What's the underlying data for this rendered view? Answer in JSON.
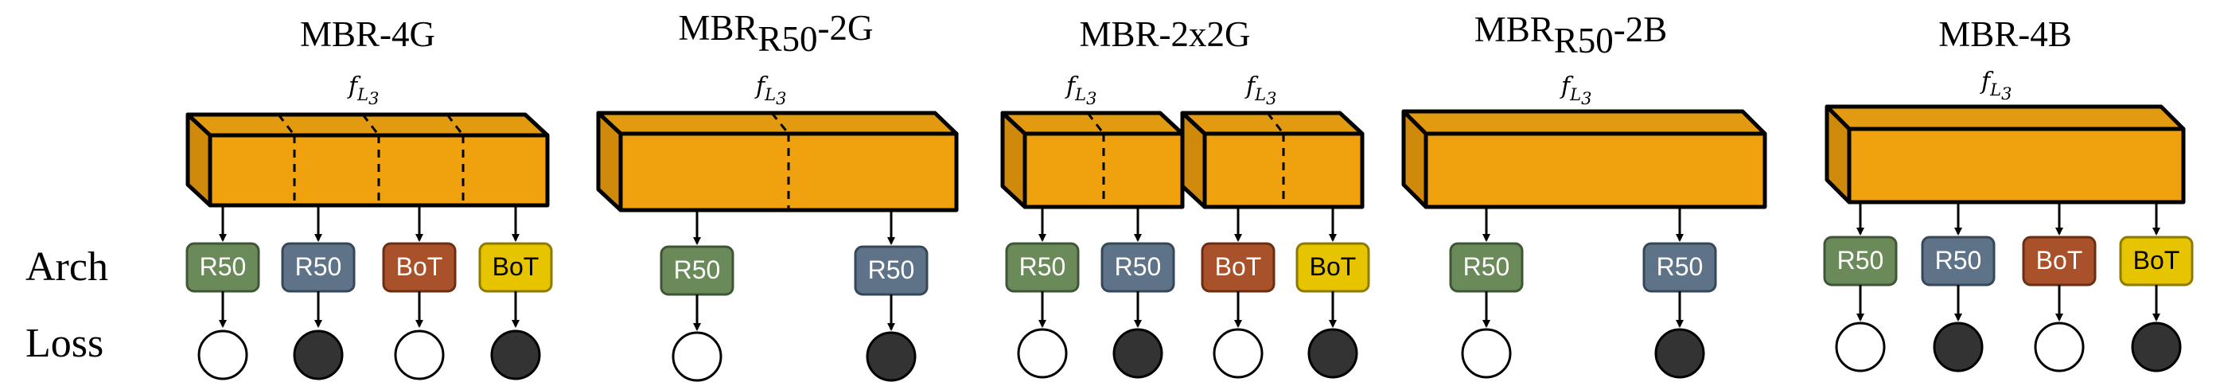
{
  "title_feature": "f",
  "title_feature_sub": "L",
  "title_feature_subsub": "3",
  "row_labels": {
    "arch": "Arch",
    "loss": "Loss"
  },
  "arch_colors": {
    "R50_green": "#6b8a5a",
    "R50_blue": "#5f7388",
    "BoT_red": "#a9512a",
    "BoT_yellow": "#e6c400"
  },
  "feature_color": "#f0a20e",
  "loss_filled_color": "#333333",
  "panels": [
    {
      "title": "MBR-4G",
      "title_sub": "",
      "title_suffix": "",
      "arch": [
        {
          "label": "R50",
          "color": "R50_green",
          "loss": "open"
        },
        {
          "label": "R50",
          "color": "R50_blue",
          "loss": "filled"
        },
        {
          "label": "BoT",
          "color": "BoT_red",
          "loss": "open"
        },
        {
          "label": "BoT",
          "color": "BoT_yellow",
          "loss": "filled"
        }
      ]
    },
    {
      "title": "MBR",
      "title_sub": "R50",
      "title_suffix": "-2G",
      "arch": [
        {
          "label": "R50",
          "color": "R50_green",
          "loss": "open"
        },
        {
          "label": "R50",
          "color": "R50_blue",
          "loss": "filled"
        }
      ]
    },
    {
      "title": "MBR-2x2G",
      "title_sub": "",
      "title_suffix": "",
      "arch": [
        {
          "label": "R50",
          "color": "R50_green",
          "loss": "open"
        },
        {
          "label": "R50",
          "color": "R50_blue",
          "loss": "filled"
        },
        {
          "label": "BoT",
          "color": "BoT_red",
          "loss": "open"
        },
        {
          "label": "BoT",
          "color": "BoT_yellow",
          "loss": "filled"
        }
      ]
    },
    {
      "title": "MBR",
      "title_sub": "R50",
      "title_suffix": "-2B",
      "arch": [
        {
          "label": "R50",
          "color": "R50_green",
          "loss": "open"
        },
        {
          "label": "R50",
          "color": "R50_blue",
          "loss": "filled"
        }
      ]
    },
    {
      "title": "MBR-4B",
      "title_sub": "",
      "title_suffix": "",
      "arch": [
        {
          "label": "R50",
          "color": "R50_green",
          "loss": "open"
        },
        {
          "label": "R50",
          "color": "R50_blue",
          "loss": "filled"
        },
        {
          "label": "BoT",
          "color": "BoT_red",
          "loss": "open"
        },
        {
          "label": "BoT",
          "color": "BoT_yellow",
          "loss": "filled"
        }
      ]
    }
  ]
}
